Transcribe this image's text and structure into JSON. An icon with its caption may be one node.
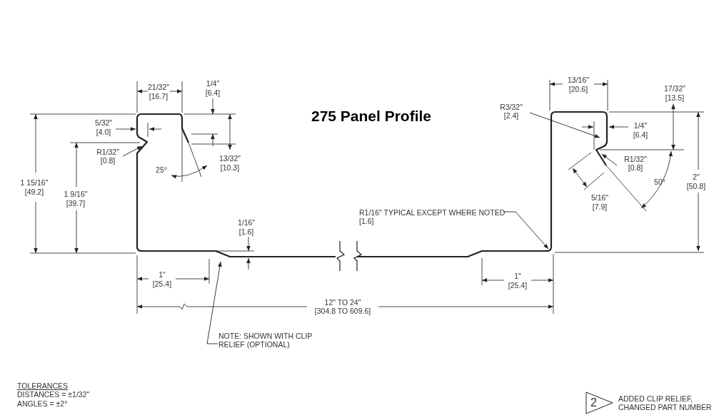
{
  "diagram": {
    "title": "275 Panel Profile",
    "nodes": [
      {
        "text": [
          "R1/32\"",
          "[0.8]"
        ]
      },
      {
        "text": [
          "R3/32\"",
          "[2.4]"
        ]
      },
      {
        "text": [
          "R1/32\"",
          "[0.8]"
        ]
      },
      {
        "text": [
          "R1/16\" TYPICAL EXCEPT WHERE NOTED",
          "[1.6]"
        ]
      },
      {
        "text": [
          "NOTE: SHOWN WITH CLIP RELIEF (OPTIONAL)"
        ]
      },
      {
        "text": [
          "2"
        ],
        "beside": [
          "ADDED CLIP RELIEF, CHANGED PART NUMBER"
        ]
      }
    ],
    "edges": [
      {
        "from": 0,
        "to": null,
        "arrow": "to"
      },
      {
        "from": 1,
        "to": null,
        "arrow": "to"
      },
      {
        "from": 2,
        "to": null,
        "arrow": "to"
      },
      {
        "from": 3,
        "to": null,
        "arrow": "to"
      },
      {
        "from": 4,
        "to": null,
        "arrow": "to"
      }
    ],
    "labels": [
      "21/32\"",
      "[16.7]",
      "1/4\"",
      "[6.4]",
      "13/16\"",
      "[20.6]",
      "17/32\"",
      "[13.5]",
      "5/32\"",
      "[4.0]",
      "1/4\"",
      "[6.4]",
      "13/32\"",
      "[10.3]",
      "25°",
      "1 15/16\"",
      "[49.2]",
      "1 9/16\"",
      "[39.7]",
      "5/16\"",
      "[7.9]",
      "50°",
      "2\"",
      "[50.8]",
      "1/16\"",
      "[1.6]",
      "1\"",
      "[25.4]",
      "1\"",
      "[25.4]",
      "12\" TO 24\"",
      "[304.8 TO 609.6]",
      "TOLERANCES",
      "DISTANCES = ±1/32\"",
      "ANGLES = ±2°"
    ]
  }
}
